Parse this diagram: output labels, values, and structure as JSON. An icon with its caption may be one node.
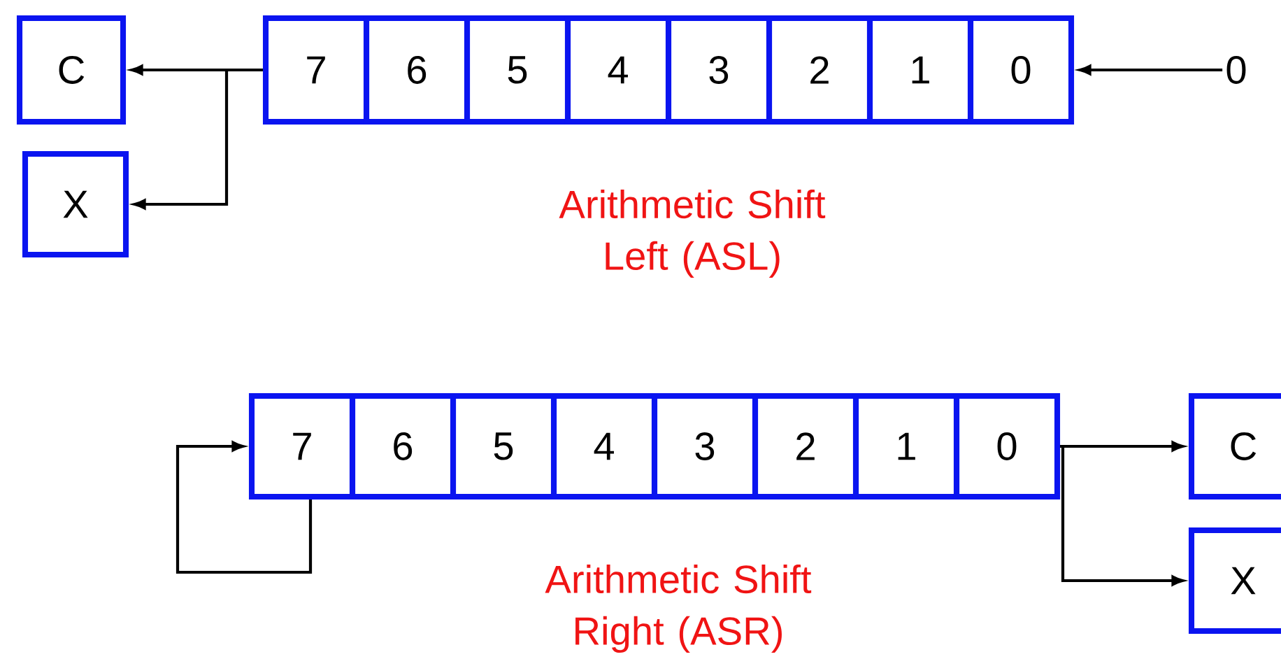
{
  "diagram": {
    "nodes": [
      {
        "text": [
          "C"
        ]
      },
      {
        "text": [
          "X"
        ]
      },
      {
        "text": [
          "7"
        ]
      },
      {
        "text": [
          "6"
        ]
      },
      {
        "text": [
          "5"
        ]
      },
      {
        "text": [
          "4"
        ]
      },
      {
        "text": [
          "3"
        ]
      },
      {
        "text": [
          "2"
        ]
      },
      {
        "text": [
          "1"
        ]
      },
      {
        "text": [
          "0"
        ]
      },
      {
        "text": [
          "0"
        ]
      },
      {
        "text": [
          "7"
        ]
      },
      {
        "text": [
          "6"
        ]
      },
      {
        "text": [
          "5"
        ]
      },
      {
        "text": [
          "4"
        ]
      },
      {
        "text": [
          "3"
        ]
      },
      {
        "text": [
          "2"
        ]
      },
      {
        "text": [
          "1"
        ]
      },
      {
        "text": [
          "0"
        ]
      },
      {
        "text": [
          "C"
        ]
      },
      {
        "text": [
          "X"
        ]
      }
    ],
    "edges": [
      {
        "from": 2,
        "to": 0,
        "arrow": "to"
      },
      {
        "from": 2,
        "to": 1,
        "arrow": "to"
      },
      {
        "from": 10,
        "to": 9,
        "arrow": "to"
      },
      {
        "from": 11,
        "to": 11,
        "arrow": "to"
      },
      {
        "from": 18,
        "to": 19,
        "arrow": "to"
      },
      {
        "from": 18,
        "to": 20,
        "arrow": "to"
      }
    ],
    "labels": [
      "Arithmetic Shift Left (ASL)",
      "Arithmetic Shift Right (ASR)"
    ]
  }
}
